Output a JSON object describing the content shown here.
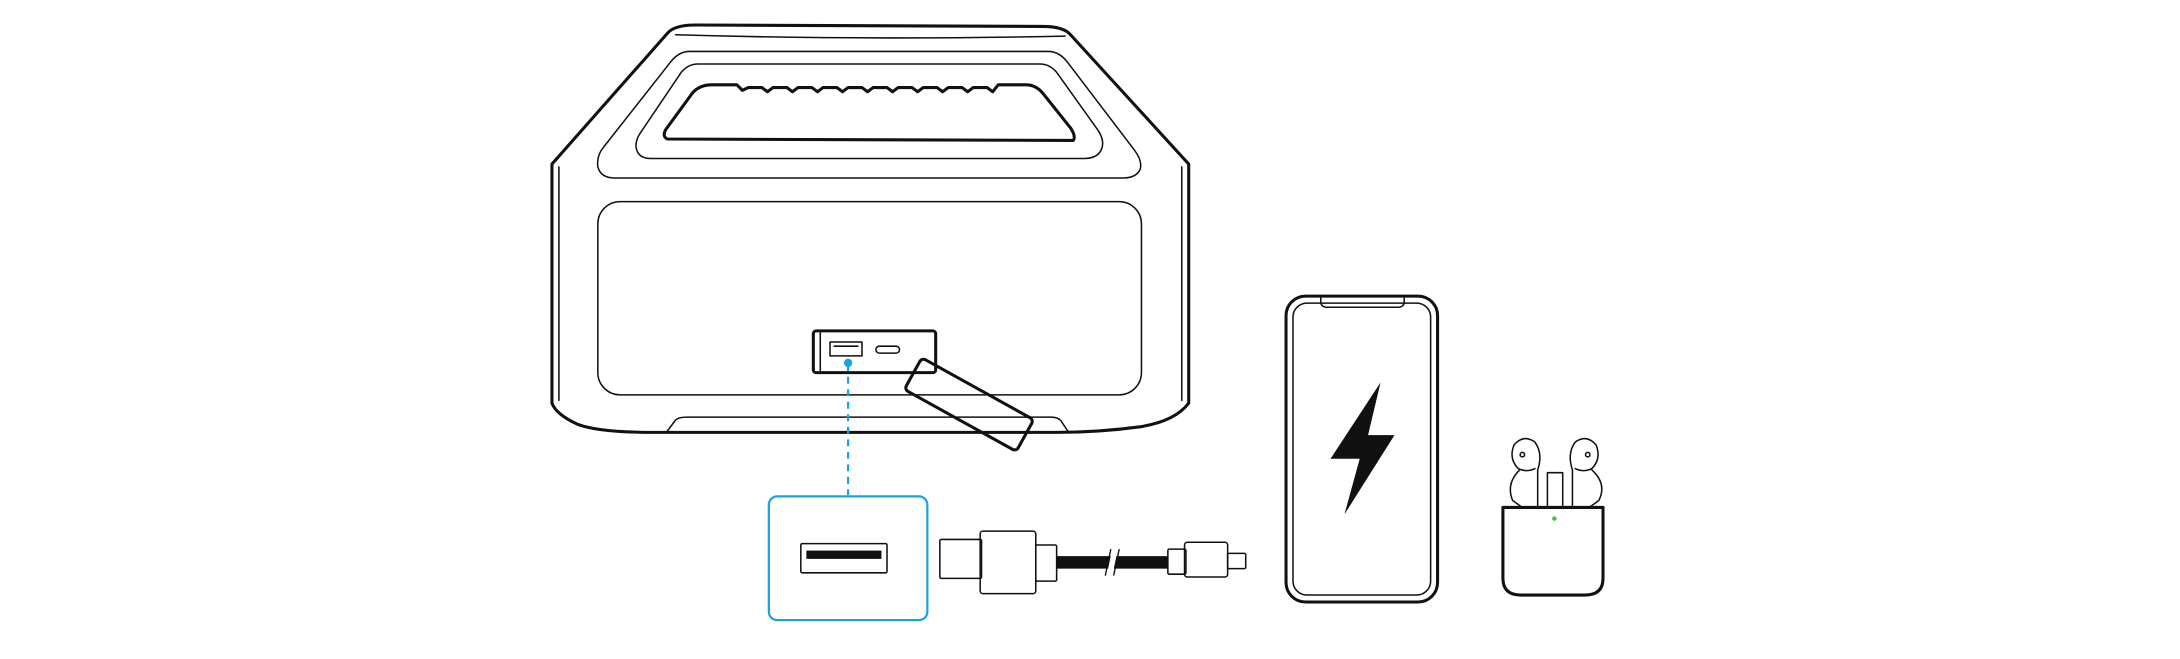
{
  "colors": {
    "line": "#111111",
    "accent": "#1aa3e0",
    "led": "#3cc23c",
    "background": "#ffffff"
  },
  "icons": [
    "speaker",
    "usb-a-port",
    "usb-c-port",
    "port-cover-flap",
    "usb-a-port-closeup",
    "usb-a-to-usb-c-cable",
    "smartphone",
    "lightning-bolt",
    "earbuds-case"
  ]
}
